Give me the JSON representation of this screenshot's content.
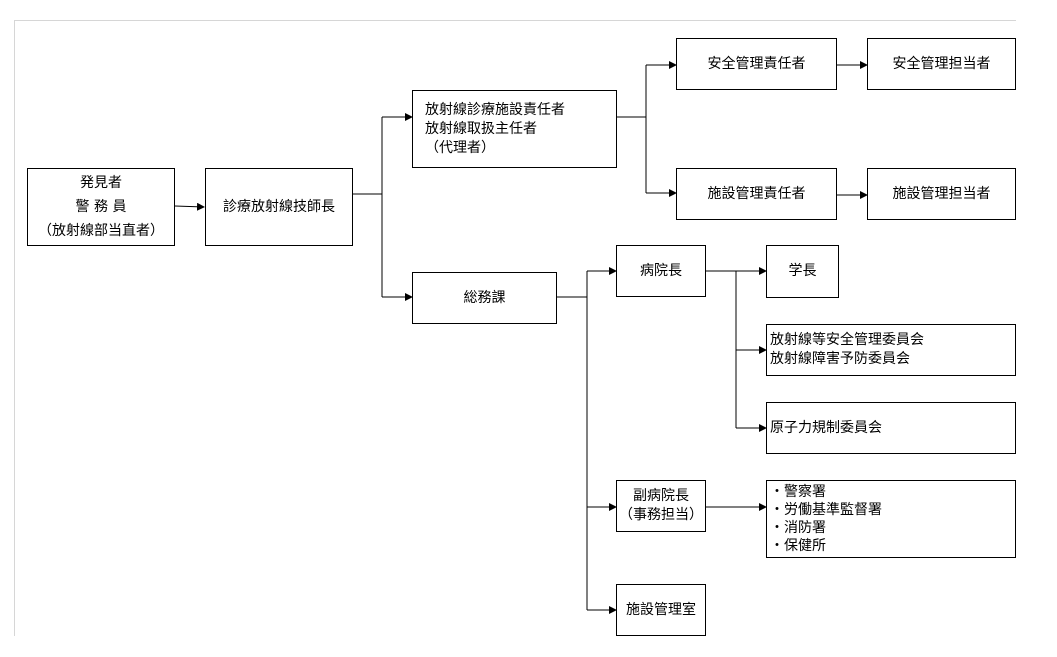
{
  "discoverer": {
    "line1": "発見者",
    "line2": "警 務 員",
    "line3": "（放射線部当直者）"
  },
  "chief_technologist": "診療放射線技師長",
  "facility_manager": {
    "line1": "放射線診療施設責任者",
    "line2": "放射線取扱主任者",
    "line3": "（代理者）"
  },
  "safety_manager": "安全管理責任者",
  "safety_officer": "安全管理担当者",
  "facility_mgr_resp": "施設管理責任者",
  "facility_mgr_officer": "施設管理担当者",
  "general_affairs": "総務課",
  "hospital_director": "病院長",
  "president": "学長",
  "committee1": {
    "line1": "放射線等安全管理委員会",
    "line2": "放射線障害予防委員会"
  },
  "nuclear_committee": "原子力規制委員会",
  "vice_director": {
    "line1": "副病院長",
    "line2": "（事務担当）"
  },
  "authorities": [
    "・警察署",
    "・労働基準監督署",
    "・消防署",
    "・保健所"
  ],
  "facility_office": "施設管理室"
}
